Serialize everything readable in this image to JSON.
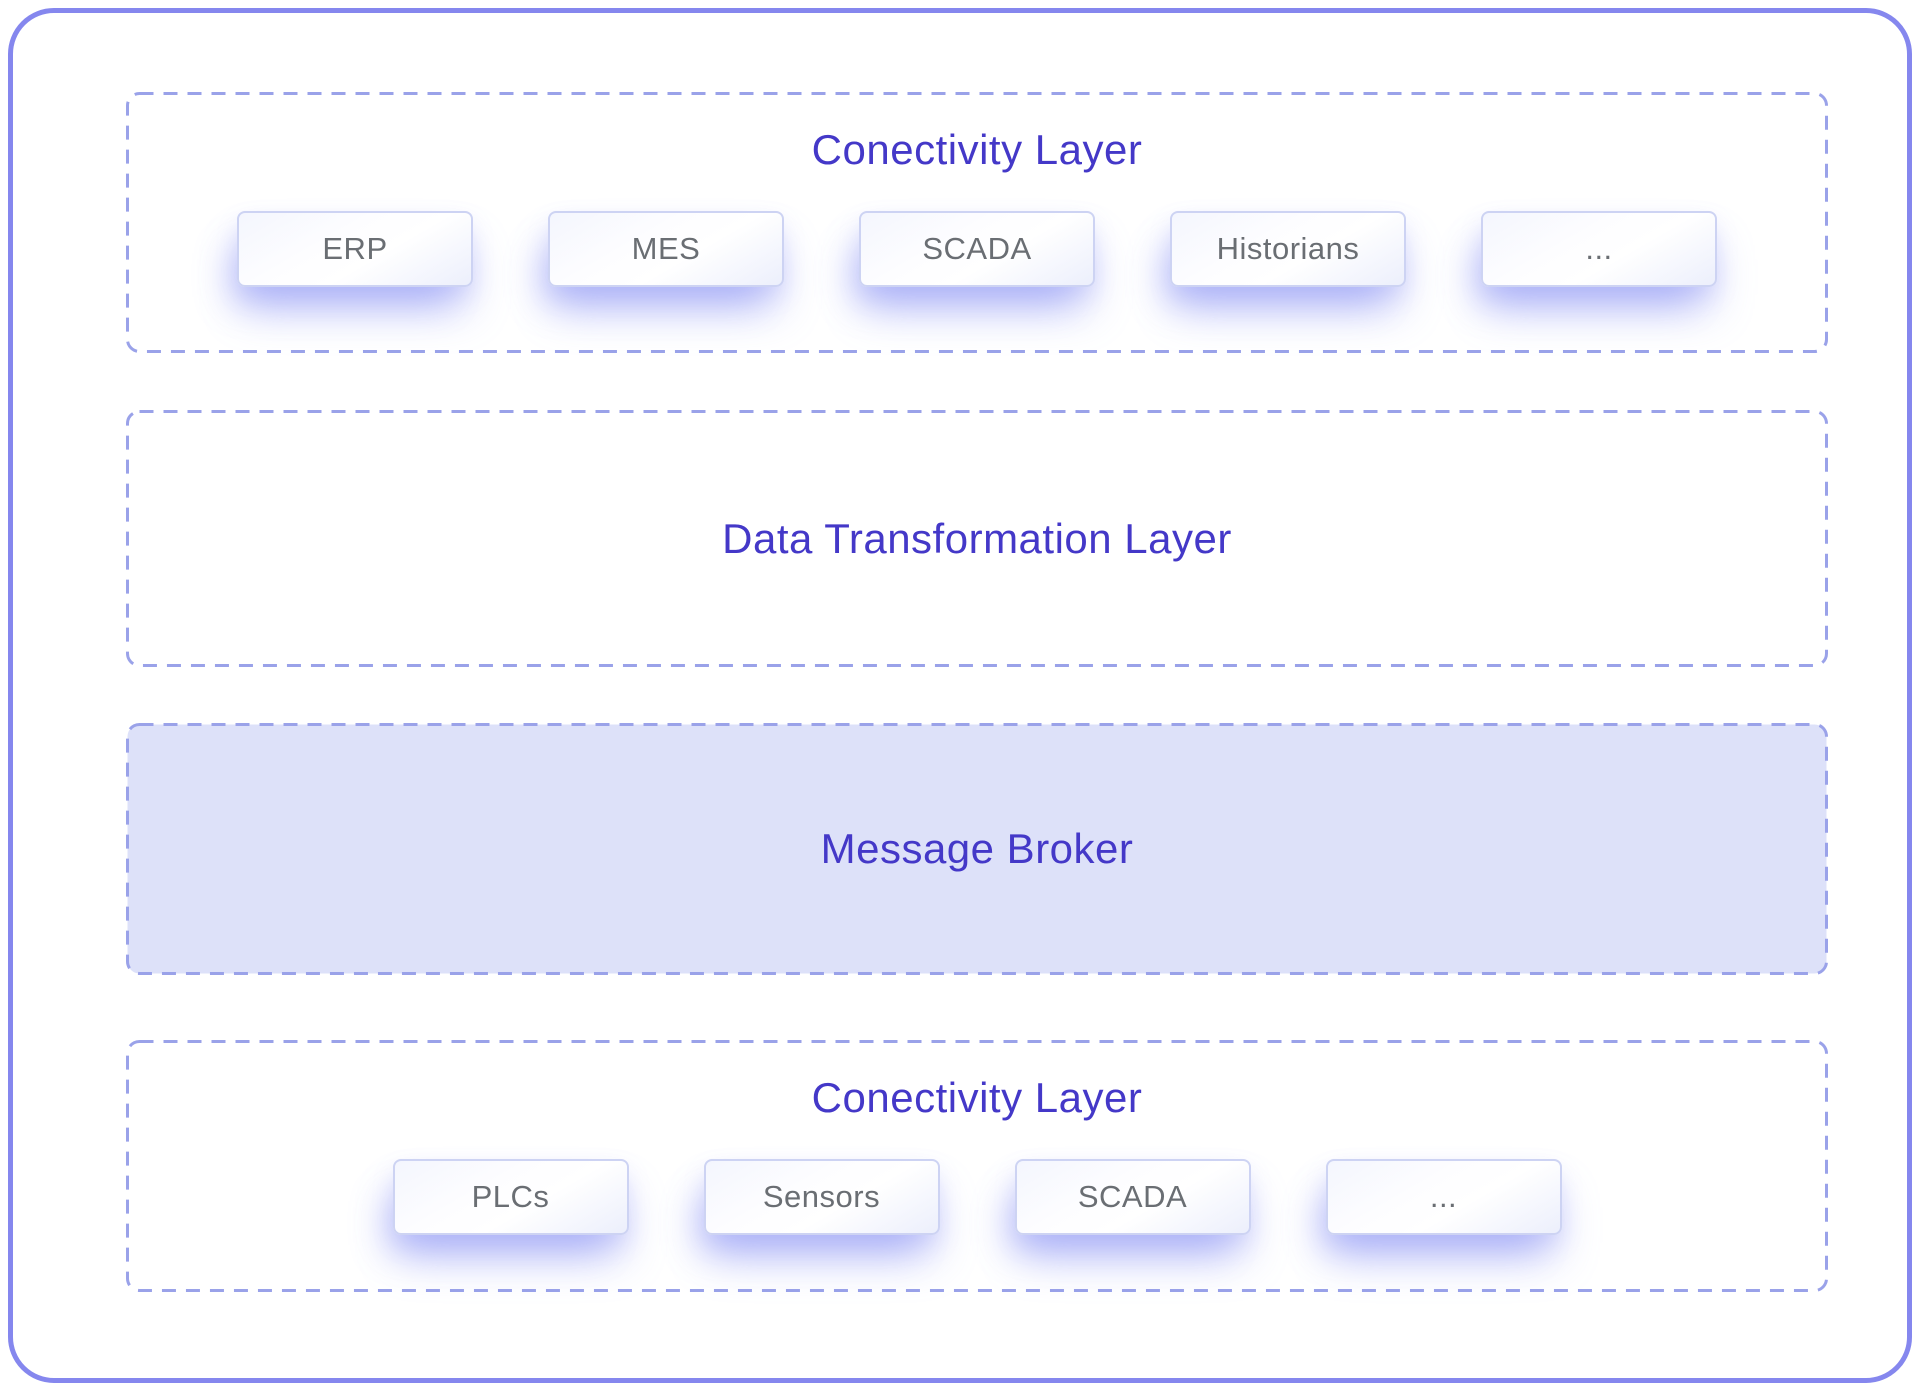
{
  "colors": {
    "outer_border": "#8587ee",
    "dashed_border": "#9aa2e9",
    "layer_title": "#4438c8",
    "chip_label": "#6a6e73",
    "chip_border": "#cdd3f3",
    "broker_fill": "#dde1f9"
  },
  "diagram": {
    "sections": [
      {
        "title": "Conectivity Layer",
        "filled": false,
        "items": [
          "ERP",
          "MES",
          "SCADA",
          "Historians",
          "..."
        ]
      },
      {
        "title": "Data Transformation Layer",
        "filled": false,
        "items": []
      },
      {
        "title": "Message Broker",
        "filled": true,
        "items": []
      },
      {
        "title": "Conectivity Layer",
        "filled": false,
        "items": [
          "PLCs",
          "Sensors",
          "SCADA",
          "..."
        ]
      }
    ]
  }
}
